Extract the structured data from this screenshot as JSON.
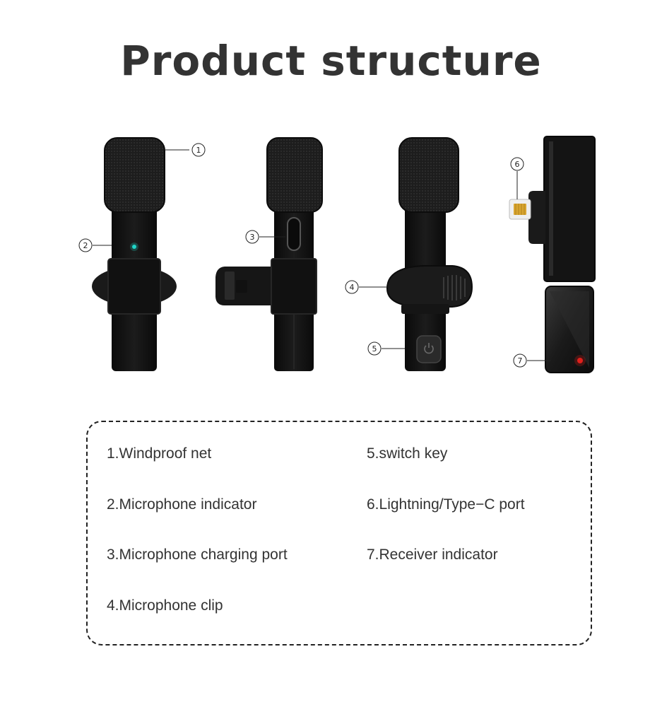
{
  "title": "Product structure",
  "callouts": [
    "①",
    "②",
    "③",
    "④",
    "⑤",
    "⑥",
    "⑦"
  ],
  "colors": {
    "body": "#141414",
    "mesh": "#1e1e1e",
    "mic_indicator": "#1fd6c8",
    "receiver_indicator": "#e0201c",
    "connector": "#d9a530"
  },
  "legend": {
    "items": [
      "1.Windproof net",
      "2.Microphone indicator",
      "3.Microphone charging port",
      "4.Microphone clip",
      "5.switch key",
      "6.Lightning/Type−C port",
      "7.Receiver indicator"
    ]
  }
}
